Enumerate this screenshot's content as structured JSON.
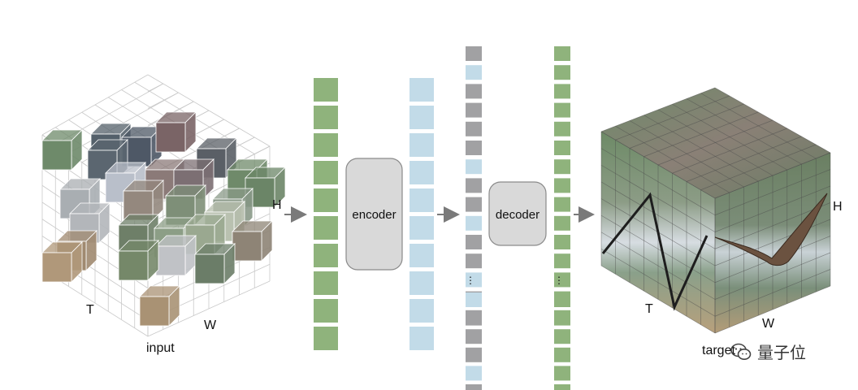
{
  "labels": {
    "input": "input",
    "target": "target",
    "encoder": "encoder",
    "decoder": "decoder",
    "axis_t": "T",
    "axis_w": "W",
    "axis_h": "H"
  },
  "watermark": {
    "text": "量子位"
  },
  "colors": {
    "visible_token": "#8fb37c",
    "encoded_token": "#c2dbe8",
    "mask_token": "#a1a1a3",
    "block_fill": "#d9d9d9",
    "block_stroke": "#8a8a8a",
    "arrow": "#7a7a7a"
  },
  "sequences": {
    "input_tokens": [
      "v",
      "v",
      "v",
      "v",
      "v",
      "v",
      "v",
      "v",
      "v",
      "v"
    ],
    "encoded_tokens": [
      "e",
      "e",
      "e",
      "e",
      "e",
      "e",
      "e",
      "e",
      "e",
      "e"
    ],
    "decoder_input_top": [
      "m",
      "e",
      "m",
      "m",
      "m",
      "m",
      "e",
      "m",
      "m",
      "e",
      "m",
      "m",
      "e",
      "m",
      "m"
    ],
    "decoder_input_bottom": [
      "e",
      "m",
      "m",
      "m",
      "e",
      "m"
    ],
    "decoder_output_top": [
      "v",
      "v",
      "v",
      "v",
      "v",
      "v",
      "v",
      "v",
      "v",
      "v",
      "v",
      "v",
      "v",
      "v",
      "v"
    ],
    "decoder_output_bottom": [
      "v",
      "v",
      "v",
      "v",
      "v",
      "v"
    ]
  }
}
